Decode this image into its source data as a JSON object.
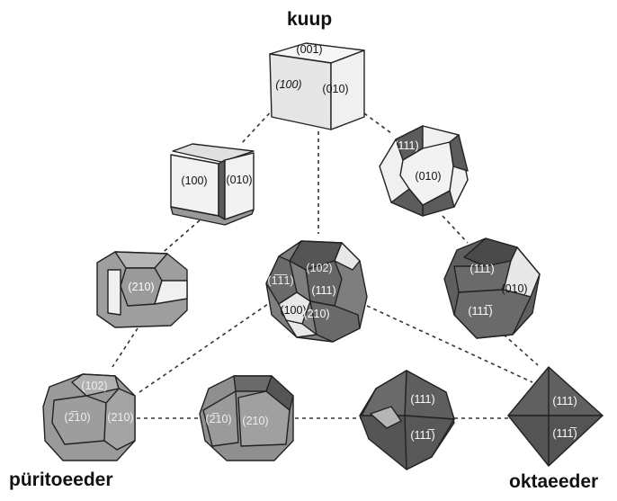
{
  "titles": {
    "cube": "kuup",
    "pyritohedron": "püritoeeder",
    "octahedron": "oktaeeder"
  },
  "colors": {
    "light_face": "#f2f2f2",
    "mid_face": "#9a9a9a",
    "dark_face": "#5c5c5c",
    "edge": "#222222",
    "label_light": "#ffffff",
    "label_dark": "#111111"
  },
  "crystals": [
    {
      "id": "cube",
      "faces": [
        "(001)",
        "(100)",
        "(010)"
      ]
    },
    {
      "id": "truncated-cube",
      "faces": [
        "(100)",
        "(010)"
      ]
    },
    {
      "id": "cubo-octahedron",
      "faces": [
        "(111)",
        "(010)"
      ]
    },
    {
      "id": "cubo-pyrito",
      "faces": [
        "(210)"
      ]
    },
    {
      "id": "mixed-form",
      "faces": [
        "(102)",
        "(1̅1̅1)",
        "(111)",
        "(100)",
        "(210)"
      ]
    },
    {
      "id": "oct-cube",
      "faces": [
        "(111)",
        "(010)",
        "(111̅)"
      ]
    },
    {
      "id": "pyritohedron",
      "faces": [
        "(102)",
        "(2̅10)",
        "(210)"
      ]
    },
    {
      "id": "pyrito-b",
      "faces": [
        "(2̅10)",
        "(210)"
      ]
    },
    {
      "id": "pyrito-oct",
      "faces": [
        "(111)",
        "(111̅)"
      ]
    },
    {
      "id": "octahedron",
      "faces": [
        "(111)",
        "(111̅)"
      ]
    }
  ]
}
